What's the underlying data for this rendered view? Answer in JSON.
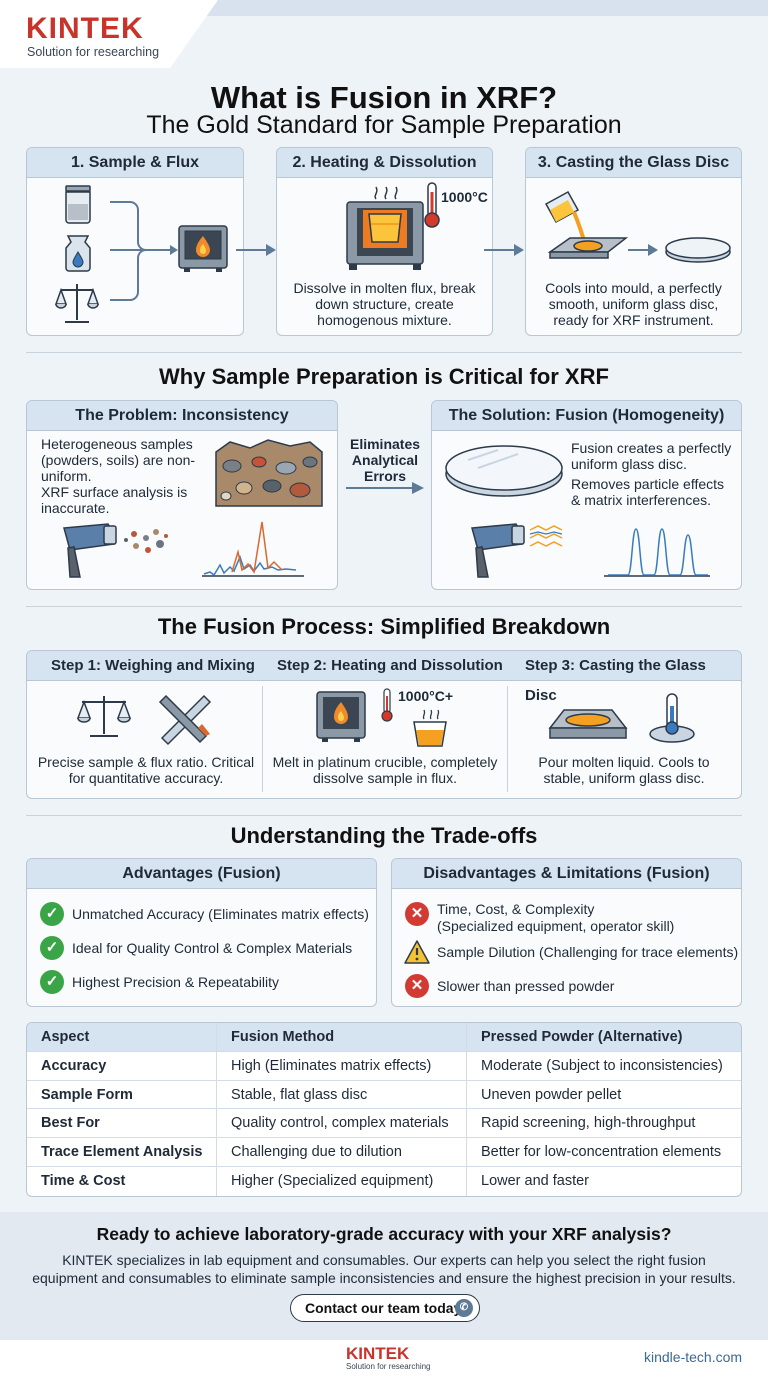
{
  "brand": {
    "name": "KINTEK",
    "tagline": "Solution for researching",
    "url": "kindle-tech.com",
    "accent": "#c8342b"
  },
  "title": "What is Fusion in XRF?",
  "subtitle": "The Gold Standard for Sample Preparation",
  "overview": [
    {
      "heading": "1. Sample & Flux",
      "text": ""
    },
    {
      "heading": "2. Heating & Dissolution",
      "temp": "1000°C",
      "text": "Dissolve in molten flux, break down structure, create homogenous mixture."
    },
    {
      "heading": "3. Casting the Glass Disc",
      "text": "Cools into mould, a perfectly smooth, uniform glass disc, ready for XRF instrument."
    }
  ],
  "why": {
    "title": "Why Sample Preparation is Critical for XRF",
    "problem": {
      "heading": "The Problem: Inconsistency",
      "text1": "Heterogeneous samples (powders, soils) are non-uniform.",
      "text2": "XRF surface analysis is inaccurate."
    },
    "arrow_label": "Eliminates Analytical Errors",
    "solution": {
      "heading": "The Solution: Fusion (Homogeneity)",
      "text1": "Fusion creates a perfectly uniform glass disc.",
      "text2": "Removes particle effects & matrix interferences."
    }
  },
  "process": {
    "title": "The Fusion Process: Simplified Breakdown",
    "steps": [
      {
        "heading": "Step 1: Weighing and Mixing",
        "text": "Precise sample & flux ratio. Critical for quantitative accuracy."
      },
      {
        "heading": "Step 2: Heating and Dissolution",
        "temp": "1000°C+",
        "text": "Melt in platinum crucible, completely dissolve sample in flux."
      },
      {
        "heading": "Step 3: Casting the Glass Disc",
        "text": "Pour molten liquid. Cools to stable, uniform glass disc."
      }
    ]
  },
  "tradeoffs": {
    "title": "Understanding the Trade-offs",
    "advantages": {
      "heading": "Advantages (Fusion)",
      "items": [
        "Unmatched Accuracy (Eliminates matrix effects)",
        "Ideal for Quality Control & Complex Materials",
        "Highest Precision & Repeatability"
      ]
    },
    "disadvantages": {
      "heading": "Disadvantages & Limitations (Fusion)",
      "items": [
        "Time, Cost, & Complexity",
        "(Specialized equipment, operator skill)",
        "Sample Dilution (Challenging for trace elements)",
        "Slower than pressed powder"
      ]
    }
  },
  "table": {
    "headers": [
      "Aspect",
      "Fusion Method",
      "Pressed Powder (Alternative)"
    ],
    "rows": [
      [
        "Accuracy",
        "High (Eliminates matrix effects)",
        "Moderate (Subject to inconsistencies)"
      ],
      [
        "Sample Form",
        "Stable, flat glass disc",
        "Uneven powder pellet"
      ],
      [
        "Best For",
        "Quality control, complex materials",
        "Rapid screening, high-throughput"
      ],
      [
        "Trace Element Analysis",
        "Challenging due to dilution",
        "Better for low-concentration elements"
      ],
      [
        "Time & Cost",
        "Higher (Specialized equipment)",
        "Lower and faster"
      ]
    ]
  },
  "cta": {
    "heading": "Ready to achieve laboratory-grade accuracy with your XRF analysis?",
    "body": "KINTEK specializes in lab equipment and consumables. Our experts can help you select the right fusion equipment and consumables to eliminate sample inconsistencies and ensure the highest precision in your results.",
    "button": "Contact our team today"
  }
}
